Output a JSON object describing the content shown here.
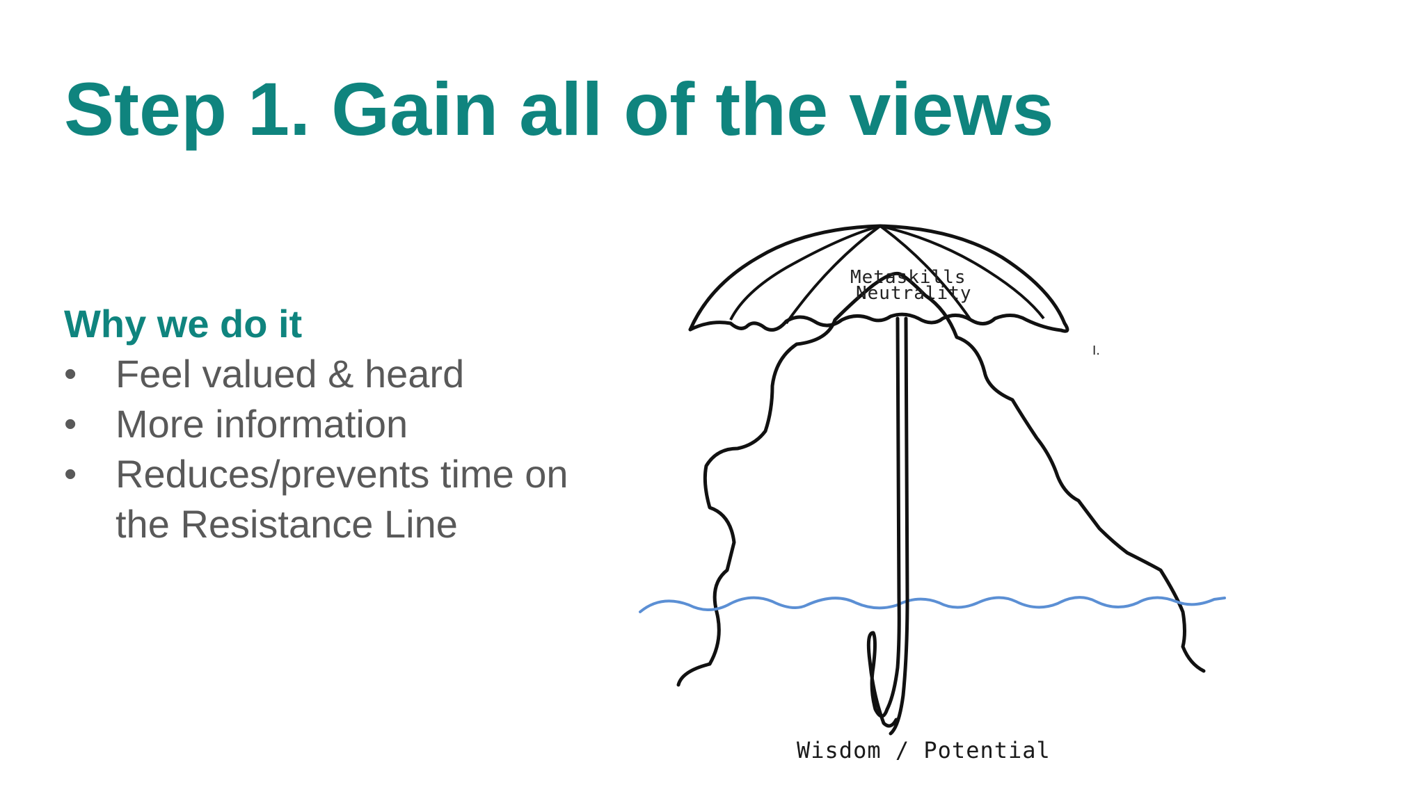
{
  "slide": {
    "title": "Step 1. Gain all of the views",
    "subheading": "Why we do it",
    "bullets": [
      "Feel valued & heard",
      "More information",
      "Reduces/prevents time on the Resistance Line"
    ]
  },
  "illustration": {
    "umbrella_line1": "Metaskills",
    "umbrella_line2": "Neutrality",
    "stray_mark": "I.",
    "bottom_caption": "Wisdom / Potential",
    "colors": {
      "ink": "#111111",
      "water_line": "#5b8fd4",
      "title_teal": "#0f847e",
      "body_gray": "#595959"
    }
  }
}
